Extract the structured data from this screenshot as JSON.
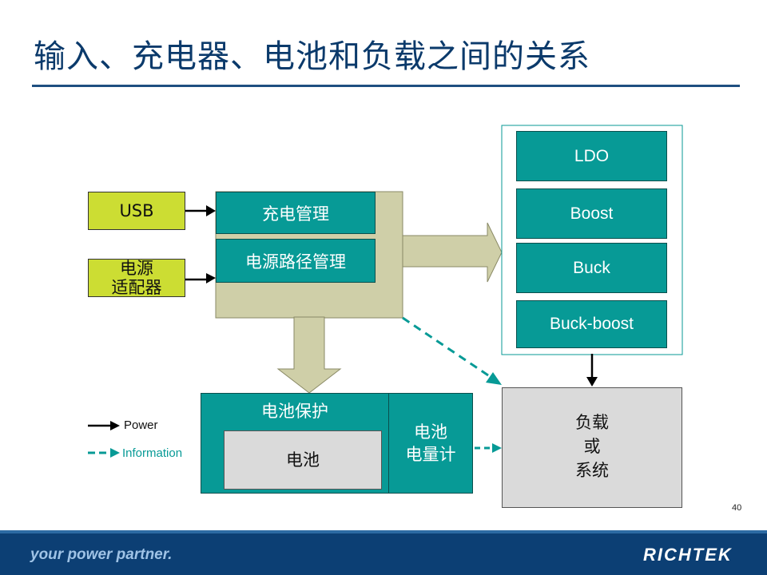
{
  "title": "输入、充电器、电池和负载之间的关系",
  "inputs": {
    "usb": "USB",
    "adapter_line1": "电源",
    "adapter_line2": "适配器"
  },
  "charger": {
    "charge_mgmt": "充电管理",
    "path_mgmt": "电源路径管理"
  },
  "converters": [
    "LDO",
    "Boost",
    "Buck",
    "Buck-boost"
  ],
  "battery": {
    "protection": "电池保护",
    "cell": "电池",
    "gauge_line1": "电池",
    "gauge_line2": "电量计"
  },
  "load": {
    "line1": "负载",
    "line2": "或",
    "line3": "系统"
  },
  "legend": {
    "power": "Power",
    "information": "Information"
  },
  "footer": {
    "tagline": "your power partner.",
    "logo": "RICHTEK",
    "page": "40"
  },
  "colors": {
    "teal": "#079a96",
    "lime": "#ccdd33",
    "olive_arrow": "#cfcfa8",
    "title_blue": "#0b3a6b",
    "footer_blue": "#0c3f74"
  }
}
